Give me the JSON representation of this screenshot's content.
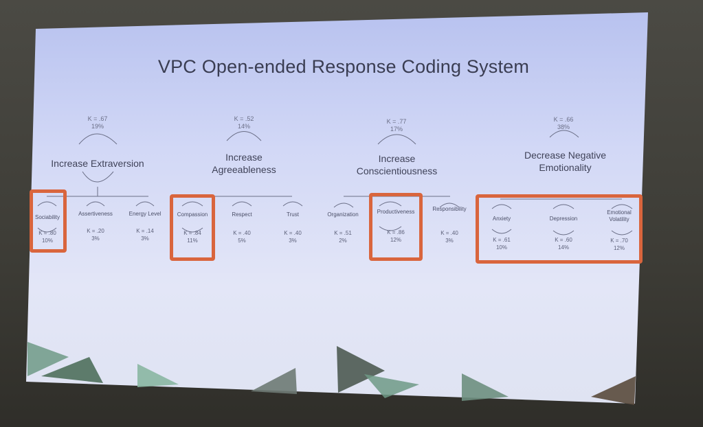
{
  "title": "VPC Open-ended Response Coding System",
  "highlight_color": "#d9653d",
  "domains": [
    {
      "label": "Increase Extraversion",
      "kappa": "K = .67",
      "pct": "19%",
      "facets": [
        {
          "label": "Sociability",
          "kappa": "K = .80",
          "pct": "10%"
        },
        {
          "label": "Assertiveness",
          "kappa": "K = .20",
          "pct": "3%"
        },
        {
          "label": "Energy Level",
          "kappa": "K = .14",
          "pct": "3%"
        }
      ]
    },
    {
      "label": "Increase Agreeableness",
      "kappa": "K = .52",
      "pct": "14%",
      "facets": [
        {
          "label": "Compassion",
          "kappa": "K = .84",
          "pct": "11%"
        },
        {
          "label": "Respect",
          "kappa": "K = .40",
          "pct": "5%"
        },
        {
          "label": "Trust",
          "kappa": "K = .40",
          "pct": "3%"
        }
      ]
    },
    {
      "label": "Increase Conscientiousness",
      "kappa": "K = .77",
      "pct": "17%",
      "facets": [
        {
          "label": "Organization",
          "kappa": "K = .51",
          "pct": "2%"
        },
        {
          "label": "Productiveness",
          "kappa": "K = .86",
          "pct": "12%"
        },
        {
          "label": "Responsibility",
          "kappa": "K = .40",
          "pct": "3%"
        }
      ]
    },
    {
      "label": "Decrease Negative Emotionality",
      "kappa": "K = .66",
      "pct": "38%",
      "facets": [
        {
          "label": "Anxiety",
          "kappa": "K = .61",
          "pct": "10%"
        },
        {
          "label": "Depression",
          "kappa": "K = .60",
          "pct": "14%"
        },
        {
          "label": "Emotional Volatility",
          "kappa": "K = .70",
          "pct": "12%"
        }
      ]
    }
  ]
}
